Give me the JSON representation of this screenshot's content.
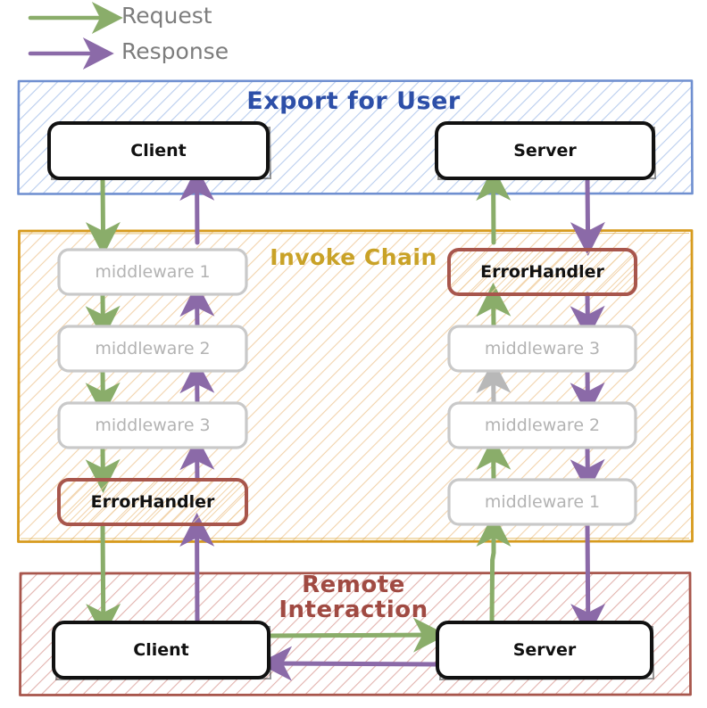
{
  "legend": {
    "items": [
      {
        "label": "Request",
        "color": "#8aad6a",
        "icon": "arrow-right-icon"
      },
      {
        "label": "Response",
        "color": "#8b6aa8",
        "icon": "arrow-right-icon"
      }
    ]
  },
  "colors": {
    "request_green": "#8aad6a",
    "response_purple": "#8b6aa8",
    "inactive_gray": "#b8b8b8",
    "export_blue": "#2d4fa8",
    "export_border": "#6f8fd0",
    "export_hatch": "#b9cdee",
    "invoke_gold": "#c9a227",
    "invoke_border": "#d79b1e",
    "invoke_hatch": "#f0cfa0",
    "remote_red": "#a04a42",
    "remote_border": "#a8564c",
    "remote_hatch": "#e0b0ab",
    "node_black": "#111111",
    "node_muted_border": "#c9c9c9",
    "node_muted_text": "#b3b3b3"
  },
  "panels": [
    {
      "id": "export-for-user",
      "title": "Export for User"
    },
    {
      "id": "invoke-chain",
      "title": "Invoke Chain"
    },
    {
      "id": "remote-interaction",
      "title": "Remote\nInteraction",
      "title_line1": "Remote",
      "title_line2": "Interaction"
    }
  ],
  "nodes": {
    "export": [
      {
        "id": "export-client",
        "label": "Client",
        "style": "strong"
      },
      {
        "id": "export-server",
        "label": "Server",
        "style": "strong"
      }
    ],
    "invoke_left": [
      {
        "id": "left-mw-1",
        "label": "middleware 1",
        "style": "muted"
      },
      {
        "id": "left-mw-2",
        "label": "middleware 2",
        "style": "muted"
      },
      {
        "id": "left-mw-3",
        "label": "middleware 3",
        "style": "muted"
      },
      {
        "id": "left-errorhandler",
        "label": "ErrorHandler",
        "style": "error"
      }
    ],
    "invoke_right": [
      {
        "id": "right-errorhandler",
        "label": "ErrorHandler",
        "style": "error"
      },
      {
        "id": "right-mw-3",
        "label": "middleware 3",
        "style": "muted"
      },
      {
        "id": "right-mw-2",
        "label": "middleware 2",
        "style": "muted"
      },
      {
        "id": "right-mw-1",
        "label": "middleware 1",
        "style": "muted"
      }
    ],
    "remote": [
      {
        "id": "remote-client",
        "label": "Client",
        "style": "strong"
      },
      {
        "id": "remote-server",
        "label": "Server",
        "style": "strong"
      }
    ]
  },
  "flow": {
    "request_path": [
      "Client",
      "middleware 1",
      "middleware 2",
      "middleware 3",
      "ErrorHandler",
      "Client",
      "Server",
      "middleware 1",
      "middleware 2",
      "middleware 3",
      "ErrorHandler",
      "Server"
    ],
    "response_path": [
      "Server",
      "ErrorHandler",
      "middleware 3",
      "middleware 2",
      "middleware 1",
      "Server",
      "Client",
      "ErrorHandler",
      "middleware 3",
      "middleware 2",
      "middleware 1",
      "Client"
    ]
  }
}
